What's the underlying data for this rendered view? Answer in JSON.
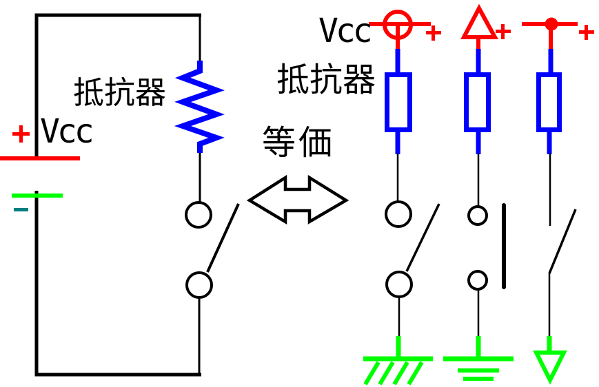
{
  "diagram": {
    "left_circuit": {
      "resistor_label": "抵抗器",
      "supply_label": "Vcc",
      "plus_sign": "+",
      "minus_sign": "-"
    },
    "equivalence": {
      "label": "等価",
      "arrow": "double-headed-horizontal-arrow"
    },
    "right_circuits": {
      "supply_label": "Vcc",
      "resistor_label": "抵抗器",
      "columns": [
        {
          "plus_sign": "+",
          "supply_icon": "circle-supply-icon",
          "ground_icon": "chassis-ground-hatched-icon"
        },
        {
          "plus_sign": "+",
          "supply_icon": "triangle-supply-icon",
          "ground_icon": "earth-ground-bars-icon"
        },
        {
          "plus_sign": "+",
          "supply_icon": "dot-rail-supply-icon",
          "ground_icon": "triangle-ground-icon"
        }
      ]
    },
    "colors": {
      "wire_black": "#000000",
      "positive_red": "#ff0000",
      "ground_green": "#00ff00",
      "resistor_blue": "#0000ff",
      "minus_teal": "#008080"
    }
  }
}
